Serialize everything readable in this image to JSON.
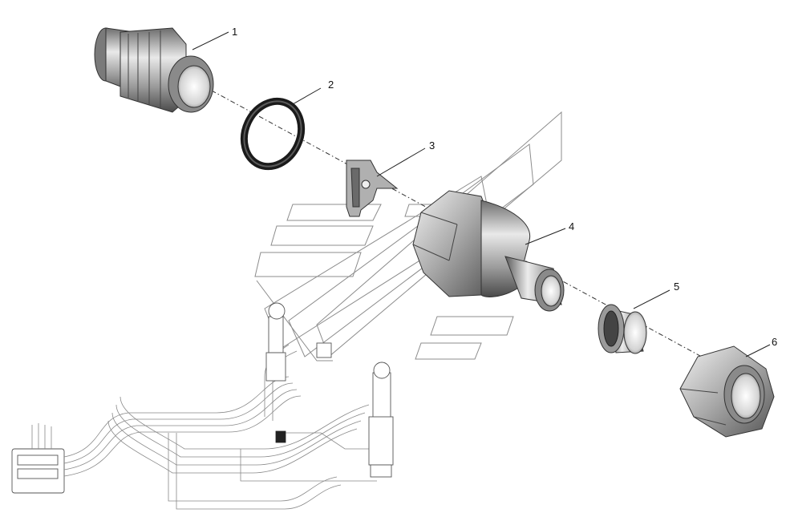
{
  "diagram": {
    "callouts": [
      "1",
      "2",
      "3",
      "4",
      "5",
      "6"
    ],
    "colors": {
      "metal_dark": "#5a5a5a",
      "metal_mid": "#9a9a9a",
      "metal_light": "#e6e6e6",
      "seal": "#1a1a1a",
      "line": "#222222",
      "watermark": "#8c8c8c"
    }
  }
}
